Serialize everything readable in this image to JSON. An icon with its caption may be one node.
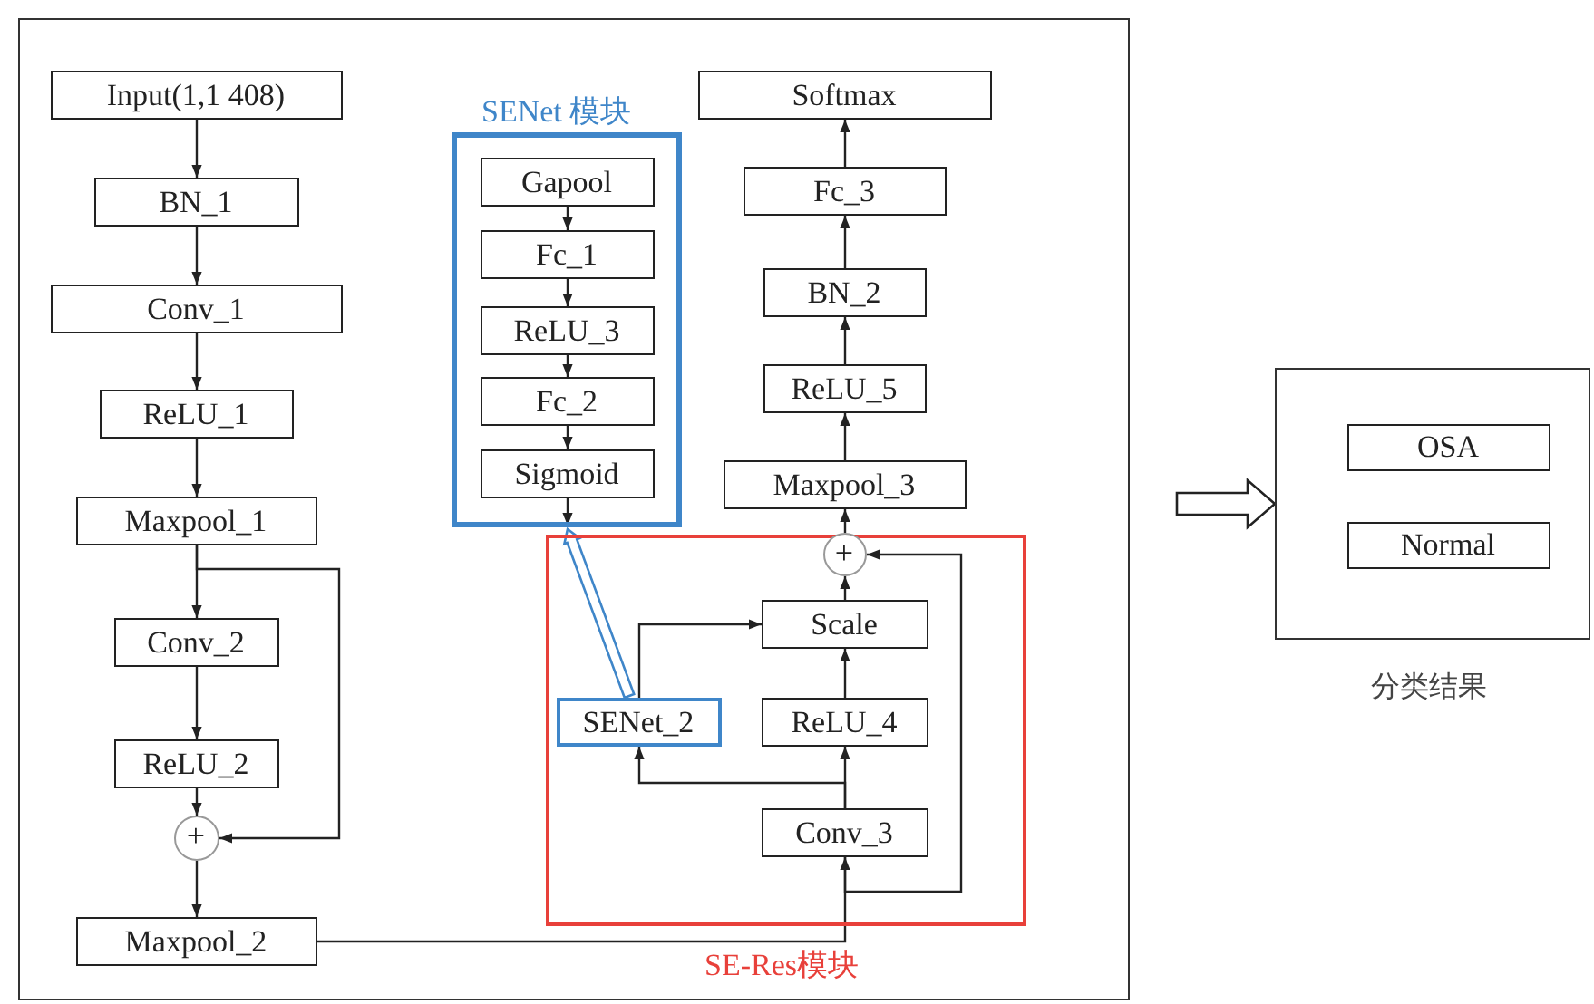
{
  "diagram": {
    "nodes": [
      {
        "text": [],
        "shape": "box"
      },
      {
        "text": [
          "Input(1,1 408)"
        ],
        "in": 0
      },
      {
        "text": [
          "BN_1"
        ],
        "in": 0
      },
      {
        "text": [
          "Conv_1"
        ],
        "in": 0
      },
      {
        "text": [
          "ReLU_1"
        ],
        "in": 0
      },
      {
        "text": [
          "Maxpool_1"
        ],
        "in": 0
      },
      {
        "text": [
          "Conv_2"
        ],
        "in": 0
      },
      {
        "text": [
          "ReLU_2"
        ],
        "in": 0
      },
      {
        "text": [
          "+"
        ],
        "in": 0
      },
      {
        "text": [
          "Maxpool_2"
        ],
        "in": 0
      },
      {
        "text": [
          "SENet 模块"
        ],
        "in": 0
      },
      {
        "text": [
          "Gapool"
        ],
        "in": 10
      },
      {
        "text": [
          "Fc_1"
        ],
        "in": 10
      },
      {
        "text": [
          "ReLU_3"
        ],
        "in": 10
      },
      {
        "text": [
          "Fc_2"
        ],
        "in": 10
      },
      {
        "text": [
          "Sigmoid"
        ],
        "in": 10
      },
      {
        "text": [
          "SE-Res模块"
        ],
        "in": 0
      },
      {
        "text": [
          "+"
        ],
        "in": 16
      },
      {
        "text": [
          "Scale"
        ],
        "in": 16
      },
      {
        "text": [
          "SENet_2"
        ],
        "in": 16
      },
      {
        "text": [
          "ReLU_4"
        ],
        "in": 16
      },
      {
        "text": [
          "Conv_3"
        ],
        "in": 16
      },
      {
        "text": [
          "Maxpool_3"
        ],
        "in": 0
      },
      {
        "text": [
          "ReLU_5"
        ],
        "in": 0
      },
      {
        "text": [
          "BN_2"
        ],
        "in": 0
      },
      {
        "text": [
          "Fc_3"
        ],
        "in": 0
      },
      {
        "text": [
          "Softmax"
        ],
        "in": 0
      },
      {
        "text": [],
        "shape": "box",
        "beside": [
          "分类结果"
        ]
      },
      {
        "text": [
          "OSA"
        ],
        "in": 27
      },
      {
        "text": [
          "Normal"
        ],
        "in": 27
      }
    ],
    "edges": [
      {
        "from": 1,
        "to": 2,
        "arrow": "to"
      },
      {
        "from": 2,
        "to": 3,
        "arrow": "to"
      },
      {
        "from": 3,
        "to": 4,
        "arrow": "to"
      },
      {
        "from": 4,
        "to": 5,
        "arrow": "to"
      },
      {
        "from": 5,
        "to": 6,
        "arrow": "to"
      },
      {
        "from": 6,
        "to": 7,
        "arrow": "to"
      },
      {
        "from": 7,
        "to": 8,
        "arrow": "to"
      },
      {
        "from": 5,
        "to": 8,
        "arrow": "to"
      },
      {
        "from": 8,
        "to": 9,
        "arrow": "to"
      },
      {
        "from": 11,
        "to": 12,
        "arrow": "to"
      },
      {
        "from": 12,
        "to": 13,
        "arrow": "to"
      },
      {
        "from": 13,
        "to": 14,
        "arrow": "to"
      },
      {
        "from": 14,
        "to": 15,
        "arrow": "to"
      },
      {
        "from": 15,
        "to": null,
        "arrow": "to"
      },
      {
        "from": 19,
        "to": 10,
        "arrow": "to",
        "style": "thick",
        "color": "#3f86c9"
      },
      {
        "from": 9,
        "to": 21,
        "arrow": "to"
      },
      {
        "from": 21,
        "to": 20,
        "arrow": "to"
      },
      {
        "from": 21,
        "to": 19,
        "arrow": "to"
      },
      {
        "from": 21,
        "to": 17,
        "arrow": "to"
      },
      {
        "from": 20,
        "to": 18,
        "arrow": "to"
      },
      {
        "from": 19,
        "to": 18,
        "arrow": "to"
      },
      {
        "from": 18,
        "to": 17,
        "arrow": "to"
      },
      {
        "from": 17,
        "to": 22,
        "arrow": "to"
      },
      {
        "from": 22,
        "to": 23,
        "arrow": "to"
      },
      {
        "from": 23,
        "to": 24,
        "arrow": "to"
      },
      {
        "from": 24,
        "to": 25,
        "arrow": "to"
      },
      {
        "from": 25,
        "to": 26,
        "arrow": "to"
      },
      {
        "from": 0,
        "to": 27,
        "arrow": "to",
        "style": "thick"
      }
    ]
  }
}
